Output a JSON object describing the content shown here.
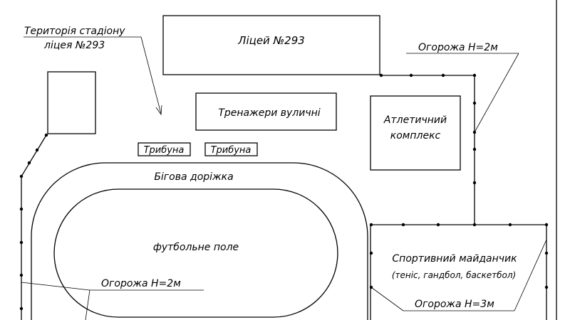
{
  "labels": {
    "territory_line1": "Територія стадіону",
    "territory_line2": "ліцея №293",
    "lyceum": "Ліцей №293",
    "trainers": "Тренажери вуличні",
    "athletic_line1": "Атлетичний",
    "athletic_line2": "комплекс",
    "stand_1": "Трибуна",
    "stand_2": "Трибуна",
    "track": "Бігова доріжка",
    "football": "футбольне поле",
    "sports_ground": "Спортивний майданчик",
    "sports_ground_sub": "(теніс, гандбол, баскетбол)",
    "fence_top": "Огорожа H=2м",
    "fence_left": "Огорожа H=2м",
    "fence_right": "Огорожа H=3м"
  },
  "colors": {
    "ink": "#000000",
    "paper": "#ffffff"
  }
}
